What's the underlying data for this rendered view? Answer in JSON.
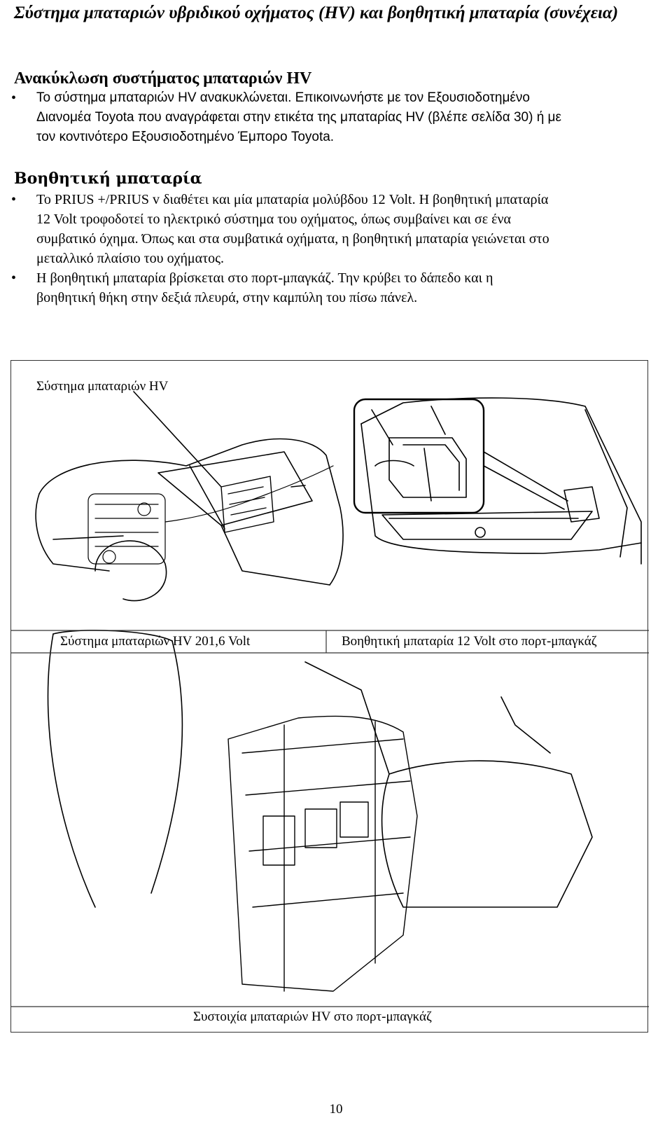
{
  "page": {
    "title": "Σύστημα μπαταριών υβριδικού οχήματος (HV) και βοηθητική μπαταρία (συνέχεια)",
    "page_number": "10"
  },
  "sections": [
    {
      "heading": "Ανακύκλωση συστήματος μπαταριών HV",
      "bullets": [
        [
          "Το σύστημα μπαταριών HV ανακυκλώνεται. Επικοινωνήστε με τον Εξουσιοδοτημένο",
          "Διανομέα Toyota που αναγράφεται στην ετικέτα της μπαταρίας HV (βλέπε σελίδα 30) ή με",
          "τον κοντινότερο Εξουσιοδοτημένο Έμπορο Toyota."
        ]
      ]
    },
    {
      "heading": "Βοηθητική μπαταρία",
      "bullets": [
        [
          "Το PRIUS +/PRIUS v διαθέτει και μία μπαταρία μολύβδου 12 Volt. Η βοηθητική μπαταρία",
          "12 Volt τροφοδοτεί το ηλεκτρικό σύστημα του οχήματος, όπως συμβαίνει και σε ένα",
          "συμβατικό όχημα. Όπως και στα συμβατικά οχήματα, η βοηθητική μπαταρία γειώνεται στο",
          "μεταλλικό πλαίσιο του οχήματος."
        ],
        [
          "Η βοηθητική μπαταρία βρίσκεται στο πορτ-μπαγκάζ. Την κρύβει το δάπεδο και η",
          "βοηθητική θήκη στην δεξιά πλευρά, στην καμπύλη του πίσω πάνελ."
        ]
      ]
    }
  ],
  "figure": {
    "callout": "Σύστημα μπαταριών HV",
    "caption_left": "Σύστημα μπαταριών HV 201,6 Volt",
    "caption_right": "Βοηθητική μπαταρία 12 Volt στο πορτ-μπαγκάζ",
    "caption_bottom": "Συστοιχία μπαταριών HV στο πορτ-μπαγκάζ"
  }
}
